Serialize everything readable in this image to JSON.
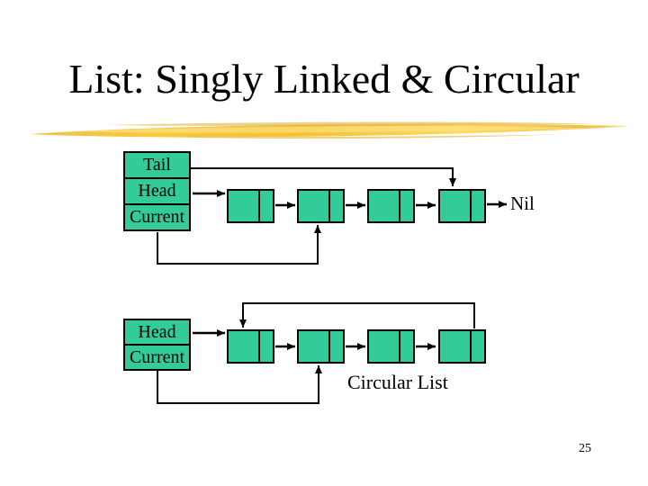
{
  "slide": {
    "title": "List: Singly Linked & Circular",
    "page_number": "25"
  },
  "colors": {
    "node_fill": "#33cc99",
    "outline": "#000000",
    "highlight_gold": "#f2c53e",
    "background": "#ffffff"
  },
  "top_list": {
    "pointer_labels": [
      "Tail",
      "Head",
      "Current"
    ],
    "nil_label": "Nil",
    "node_count": 4
  },
  "circular_list": {
    "pointer_labels": [
      "Head",
      "Current"
    ],
    "caption": "Circular List",
    "node_count": 4
  }
}
